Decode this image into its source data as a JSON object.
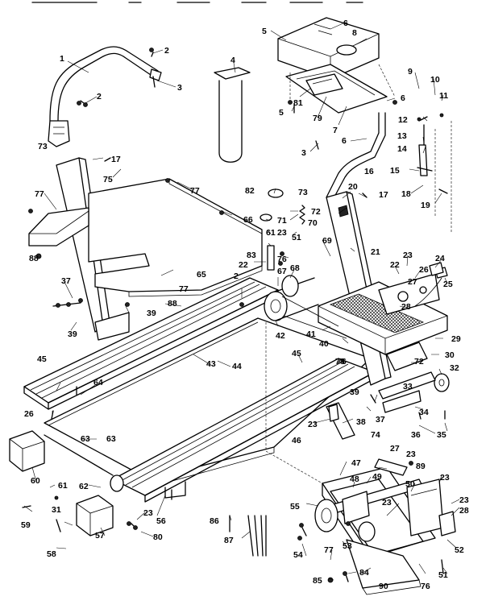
{
  "callouts": {
    "c1": "1",
    "c2a": "2",
    "c2b": "2",
    "c2c": "2",
    "c3a": "3",
    "c3b": "3",
    "c4": "4",
    "c5a": "5",
    "c5b": "5",
    "c6a": "6",
    "c6b": "6",
    "c6c": "6",
    "c7": "7",
    "c8": "8",
    "c9": "9",
    "c10": "10",
    "c11": "11",
    "c12": "12",
    "c13": "13",
    "c14": "14",
    "c15": "15",
    "c16": "16",
    "c17a": "17",
    "c17b": "17",
    "c18": "18",
    "c19": "19",
    "c20": "20",
    "c21": "21",
    "c22a": "22",
    "c22b": "22",
    "c23a": "23",
    "c23b": "23",
    "c23c": "23",
    "c23d": "23",
    "c23e": "23",
    "c23f": "23",
    "c23g": "23",
    "c23h": "23",
    "c24": "24",
    "c25": "25",
    "c26a": "26",
    "c26b": "26",
    "c27a": "27",
    "c27b": "27",
    "c28a": "28",
    "c28b": "28",
    "c29": "29",
    "c30": "30",
    "c31": "31",
    "c32": "32",
    "c33": "33",
    "c34": "34",
    "c35": "35",
    "c36": "36",
    "c37a": "37",
    "c37b": "37",
    "c38": "38",
    "c39a": "39",
    "c39b": "39",
    "c39c": "39",
    "c40": "40",
    "c41": "41",
    "c42": "42",
    "c43": "43",
    "c44": "44",
    "c45a": "45",
    "c45b": "45",
    "c46": "46",
    "c47": "47",
    "c48": "48",
    "c49": "49",
    "c50": "50",
    "c51a": "51",
    "c51b": "51",
    "c52": "52",
    "c53": "53",
    "c54": "54",
    "c55": "55",
    "c56": "56",
    "c57": "57",
    "c58": "58",
    "c59": "59",
    "c60": "60",
    "c61a": "61",
    "c61b": "61",
    "c62": "62",
    "c63a": "63",
    "c63b": "63",
    "c64": "64",
    "c65": "65",
    "c66": "66",
    "c67": "67",
    "c68": "68",
    "c69": "69",
    "c70": "70",
    "c71": "71",
    "c72a": "72",
    "c72b": "72",
    "c73a": "73",
    "c73b": "73",
    "c74": "74",
    "c75": "75",
    "c76a": "76",
    "c76b": "76",
    "c76c": "76",
    "c77a": "77",
    "c77b": "77",
    "c77c": "77",
    "c77d": "77",
    "c78": "78",
    "c79": "79",
    "c80": "80",
    "c81": "81",
    "c82": "82",
    "c83": "83",
    "c84": "84",
    "c85": "85",
    "c86": "86",
    "c87": "87",
    "c88a": "88",
    "c88b": "88",
    "c89": "89",
    "c90": "90"
  }
}
